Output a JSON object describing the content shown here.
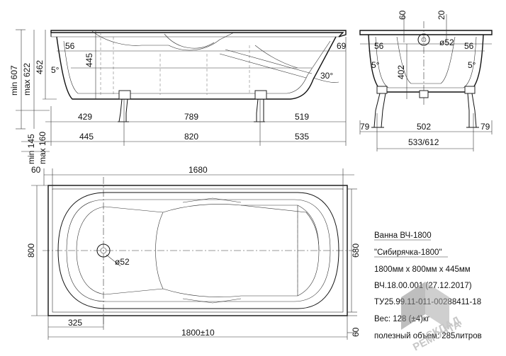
{
  "views": {
    "side": {
      "depth_dims": [
        "445",
        "56",
        "69",
        "5°",
        "30°"
      ],
      "height_dims": [
        "min 607",
        "max 622",
        "462"
      ],
      "leg_row_1": [
        "429",
        "789",
        "519"
      ],
      "leg_row_2": [
        "445",
        "820",
        "535"
      ]
    },
    "end": {
      "top_dims": [
        "60",
        "20"
      ],
      "inner_dims": [
        "56",
        "56",
        "ø52",
        "402",
        "5°",
        "5°"
      ],
      "bottom_dims": [
        "79",
        "502",
        "79",
        "533/612"
      ]
    },
    "leg_height": [
      "min 145",
      "max 160"
    ],
    "plan": {
      "length": "1680",
      "rim": "60",
      "width": "800",
      "inner_width": "680",
      "drain": "ø52",
      "drain_offset": "325",
      "total_length": "1800±10",
      "rim_right": "60"
    }
  },
  "spec": {
    "title": "Ванна ВЧ-1800",
    "model": "\"Сибирячка-1800\"",
    "size": "1800мм х 800мм х 445мм",
    "code": "ВЧ.18.00.001 (27.12.2017)",
    "tu": "ТУ25.99.11-011-00288411-18",
    "weight": "Вес: 128 (±4)кг",
    "volume": "полезный объем: 285литров"
  },
  "watermark": "СКЛАД РЕМОНТА"
}
